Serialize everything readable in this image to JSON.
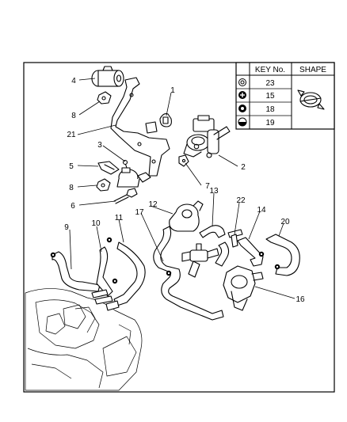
{
  "key_table": {
    "header_key": "KEY No.",
    "header_shape": "SHAPE",
    "rows": [
      {
        "key": "23",
        "icon": "clamp-type-23-icon"
      },
      {
        "key": "15",
        "icon": "clamp-type-15-icon"
      },
      {
        "key": "18",
        "icon": "clamp-type-18-icon"
      },
      {
        "key": "19",
        "icon": "clamp-type-19-icon"
      }
    ]
  },
  "callouts": {
    "c1": "1",
    "c2": "2",
    "c3": "3",
    "c4": "4",
    "c5": "5",
    "c6": "6",
    "c7": "7",
    "c8a": "8",
    "c8b": "8",
    "c9": "9",
    "c10": "10",
    "c11": "11",
    "c12": "12",
    "c13": "13",
    "c14": "14",
    "c16": "16",
    "c17": "17",
    "c20": "20",
    "c21": "21",
    "c22": "22"
  }
}
